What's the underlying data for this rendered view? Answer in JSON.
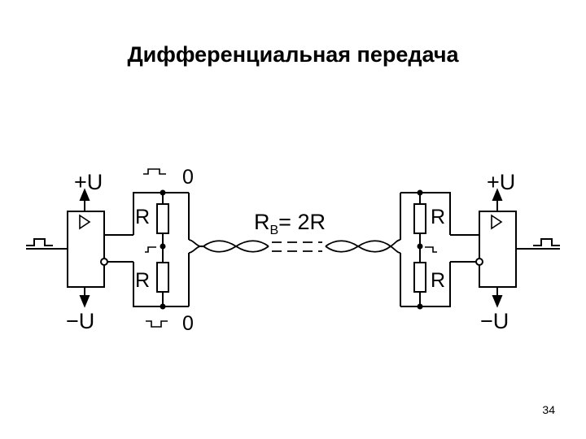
{
  "slide": {
    "title": "Дифференциальная передача",
    "page_number": "34"
  },
  "diagram": {
    "left": {
      "supply_pos": "+U",
      "supply_neg": "−U",
      "resistor_top": "R",
      "resistor_bottom": "R",
      "level_top": "0",
      "level_bottom": "0"
    },
    "right": {
      "supply_pos": "+U",
      "supply_neg": "−U",
      "resistor_top": "R",
      "resistor_bottom": "R"
    },
    "line": {
      "resistance_symbol": "R",
      "resistance_subscript": "В",
      "resistance_value": "= 2R"
    }
  },
  "colors": {
    "ink": "#000000",
    "background": "#ffffff"
  }
}
